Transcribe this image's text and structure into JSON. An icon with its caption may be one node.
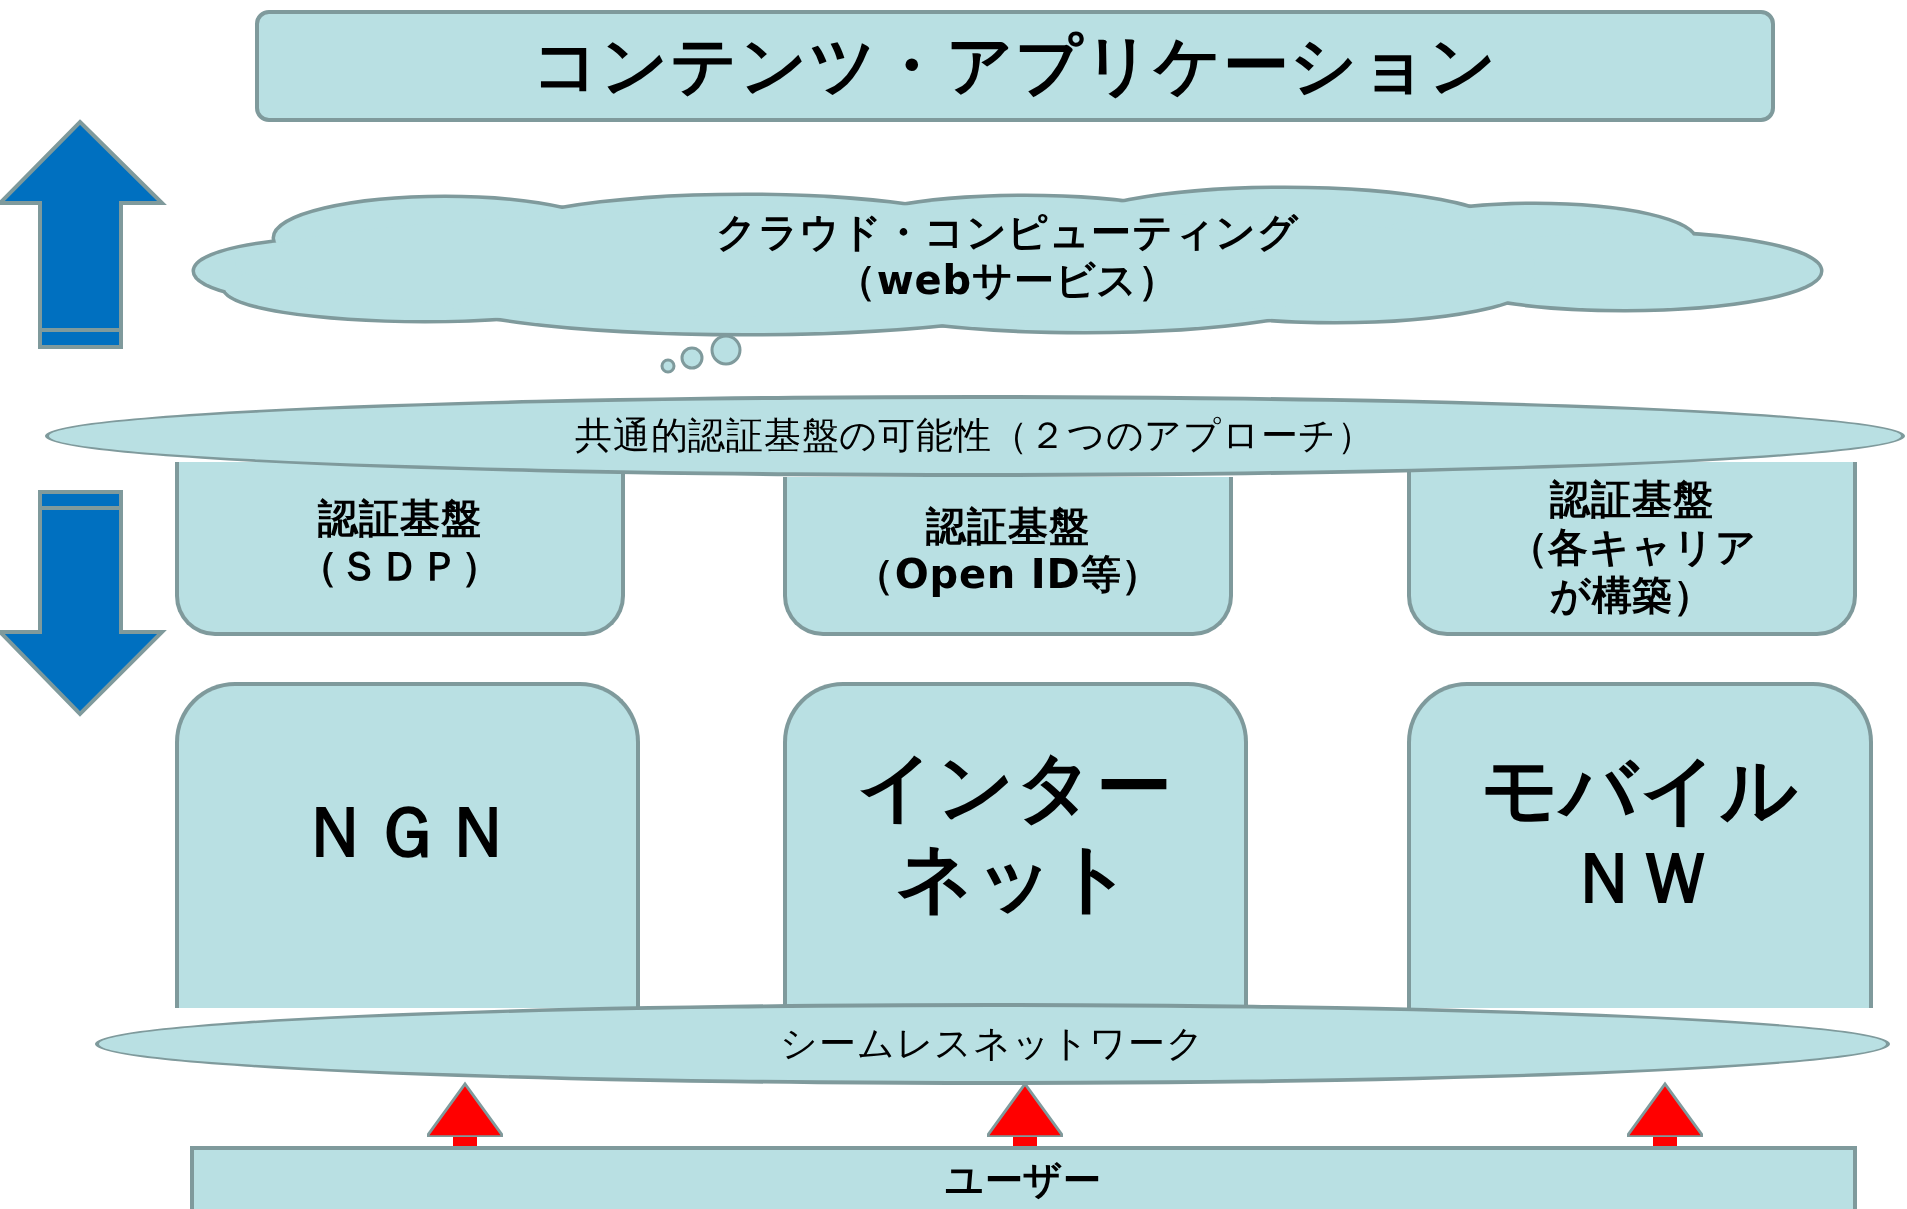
{
  "diagram": {
    "nodes": [
      {
        "text": [
          "コンテンツ・アプリケーション"
        ]
      },
      {
        "text": [
          "クラウド・コンピューティング",
          "（webサービス）"
        ]
      },
      {
        "text": [
          "認証基盤",
          "（ＳＤＰ）"
        ]
      },
      {
        "text": [
          "認証基盤",
          "（Open ID等）"
        ]
      },
      {
        "text": [
          "認証基盤",
          "（各キャリアが構築）"
        ]
      },
      {
        "text": [
          "共通的認証基盤の可能性（２つのアプローチ）"
        ]
      },
      {
        "text": [
          "ＮＧＮ"
        ]
      },
      {
        "text": [
          "インターネット"
        ]
      },
      {
        "text": [
          "モバイル",
          "ＮＷ"
        ]
      },
      {
        "text": [
          "シームレスネットワーク"
        ]
      },
      {
        "text": [
          "ユーザー"
        ]
      }
    ],
    "edges": [
      {
        "from": 10,
        "to": 9,
        "arrow": "to",
        "color": "#ff0000"
      },
      {
        "from": 10,
        "to": 9,
        "arrow": "to",
        "color": "#ff0000"
      },
      {
        "from": 10,
        "to": 9,
        "arrow": "to",
        "color": "#ff0000"
      }
    ]
  }
}
